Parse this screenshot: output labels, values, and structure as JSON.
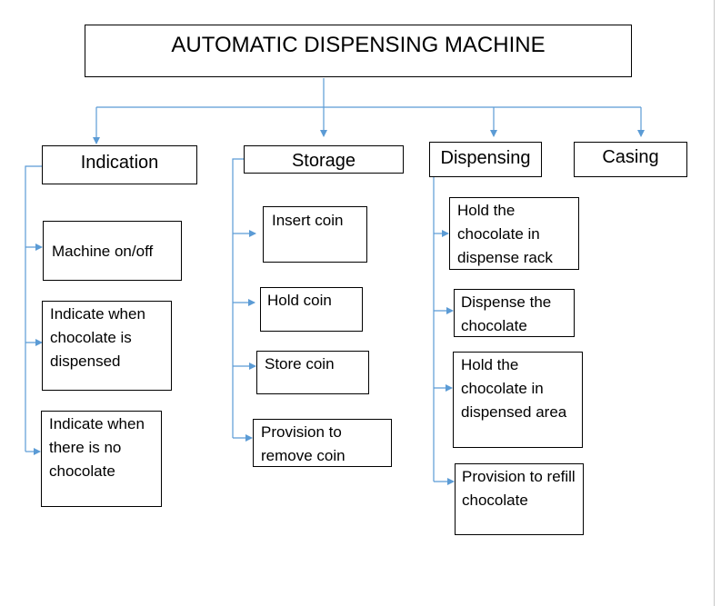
{
  "diagram": {
    "title": "AUTOMATIC DISPENSING MACHINE",
    "line_color": "#5b9bd5",
    "categories": [
      {
        "label": "Indication",
        "items": [
          "Machine on/off",
          "Indicate when chocolate is dispensed",
          "Indicate when there is no chocolate"
        ]
      },
      {
        "label": "Storage",
        "items": [
          "Insert coin",
          "Hold coin",
          "Store coin",
          "Provision to remove coin"
        ]
      },
      {
        "label": "Dispensing",
        "items": [
          "Hold the chocolate in dispense rack",
          "Dispense the chocolate",
          "Hold the chocolate in dispensed area",
          "Provision to refill chocolate"
        ]
      },
      {
        "label": "Casing",
        "items": []
      }
    ]
  }
}
